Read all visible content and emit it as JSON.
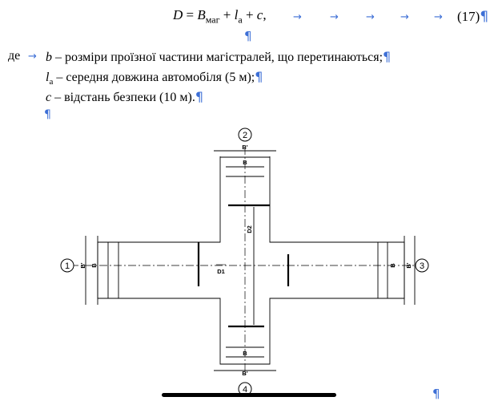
{
  "formula": {
    "lhs": "D",
    "equals": " = ",
    "b": "B",
    "b_sub": "маг",
    "plus1": " + ",
    "l": "l",
    "l_sub": "а",
    "plus2": " + ",
    "c": "c",
    "comma": ",",
    "number": "(17)"
  },
  "marks": {
    "pilcrow": "¶",
    "tab_arrow": "→"
  },
  "definitions": {
    "lead": "де",
    "items": [
      {
        "symbol": "b",
        "sub": "",
        "text": " – розміри проїзної частини магістралей, що перетинаються;"
      },
      {
        "symbol": "l",
        "sub": "а",
        "text": " – середня довжина автомобіля (5 м);"
      },
      {
        "symbol": "c",
        "sub": "",
        "text": " – відстань безпеки (10 м)."
      }
    ]
  },
  "drawing": {
    "arm_numbers": [
      "1",
      "2",
      "3",
      "4"
    ],
    "dim_outer": "B'",
    "dim_inner": "B",
    "d1": "D1",
    "d2": "D2"
  }
}
